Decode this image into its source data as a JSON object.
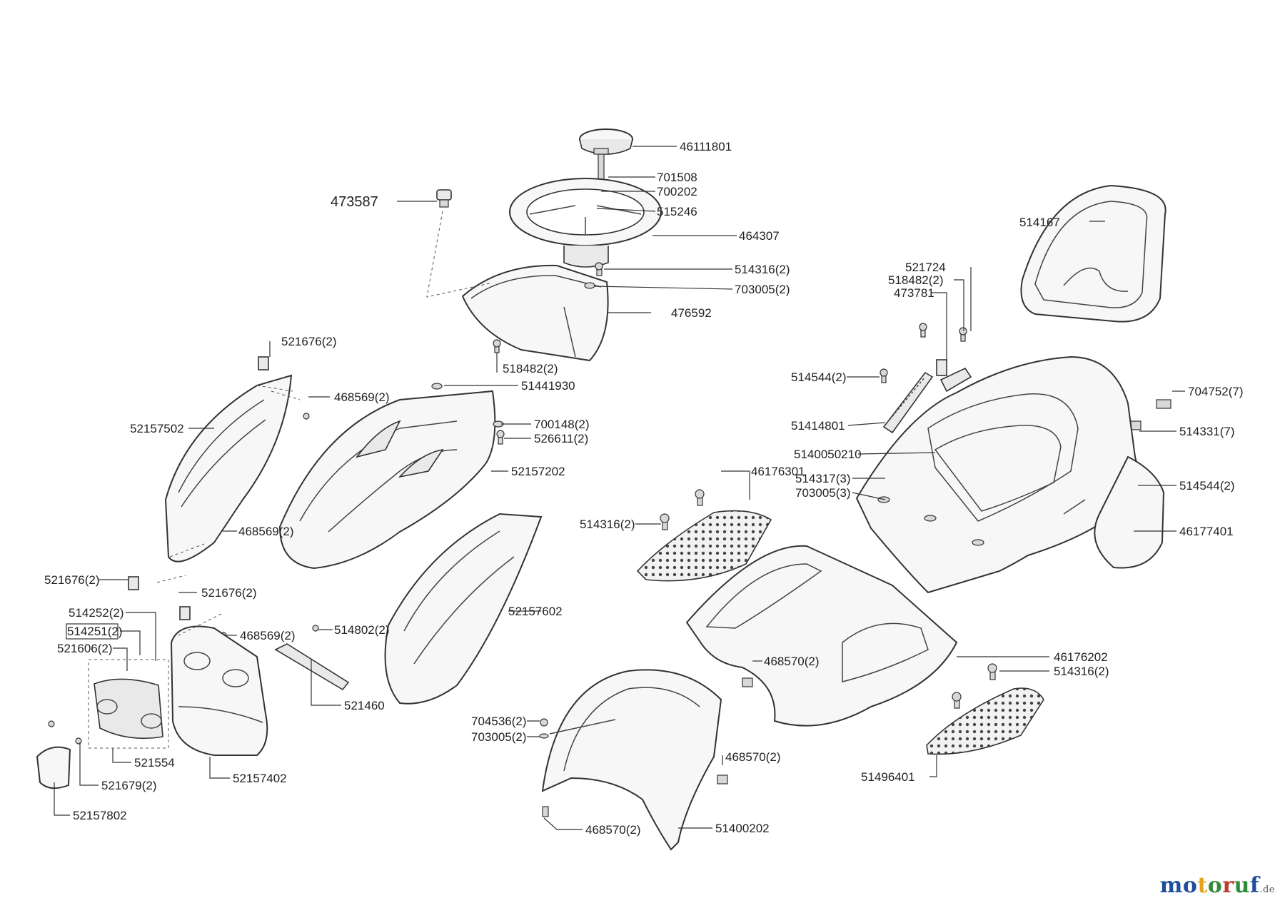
{
  "labels": {
    "l46111801": "46111801",
    "l701508": "701508",
    "l700202": "700202",
    "l473587": "473587",
    "l515246": "515246",
    "l464307": "464307",
    "l514167": "514167",
    "l514316a": "514316(2)",
    "l703005a": "703005(2)",
    "l521724": "521724",
    "l518482a": "518482(2)",
    "l473781": "473781",
    "l476592": "476592",
    "l521676a": "521676(2)",
    "l518482b": "518482(2)",
    "l51441930": "51441930",
    "l514544a": "514544(2)",
    "l468569a": "468569(2)",
    "l704752": "704752(7)",
    "l700148": "700148(2)",
    "l52157502": "52157502",
    "l526611": "526611(2)",
    "l51414801": "51414801",
    "l514331": "514331(7)",
    "l5140050210": "5140050210",
    "l52157202": "52157202",
    "l46176301": "46176301",
    "l514317": "514317(3)",
    "l514544b": "514544(2)",
    "l703005b": "703005(3)",
    "l514316b": "514316(2)",
    "l468569b": "468569(2)",
    "l46177401": "46177401",
    "l521676b": "521676(2)",
    "l521676c": "521676(2)",
    "l514252": "514252(2)",
    "l52157602": "52157602",
    "l514251": "514251(2)",
    "l468569c": "468569(2)",
    "l514802": "514802(2)",
    "l521606": "521606(2)",
    "l46176202": "46176202",
    "l468570a": "468570(2)",
    "l514316c": "514316(2)",
    "l521460": "521460",
    "l704536": "704536(2)",
    "l703005c": "703005(2)",
    "l521554": "521554",
    "l468570b": "468570(2)",
    "l52157402": "52157402",
    "l521679": "521679(2)",
    "l51496401": "51496401",
    "l52157802": "52157802",
    "l51400202": "51400202",
    "l468570c": "468570(2)"
  },
  "watermark": {
    "logo_text": "motoruf",
    "tld": ".de",
    "letter_colors": [
      "#1f4e9c",
      "#1f4e9c",
      "#e3a21a",
      "#2e8b3a",
      "#c0392b",
      "#2e8b3a",
      "#1f4e9c"
    ]
  }
}
